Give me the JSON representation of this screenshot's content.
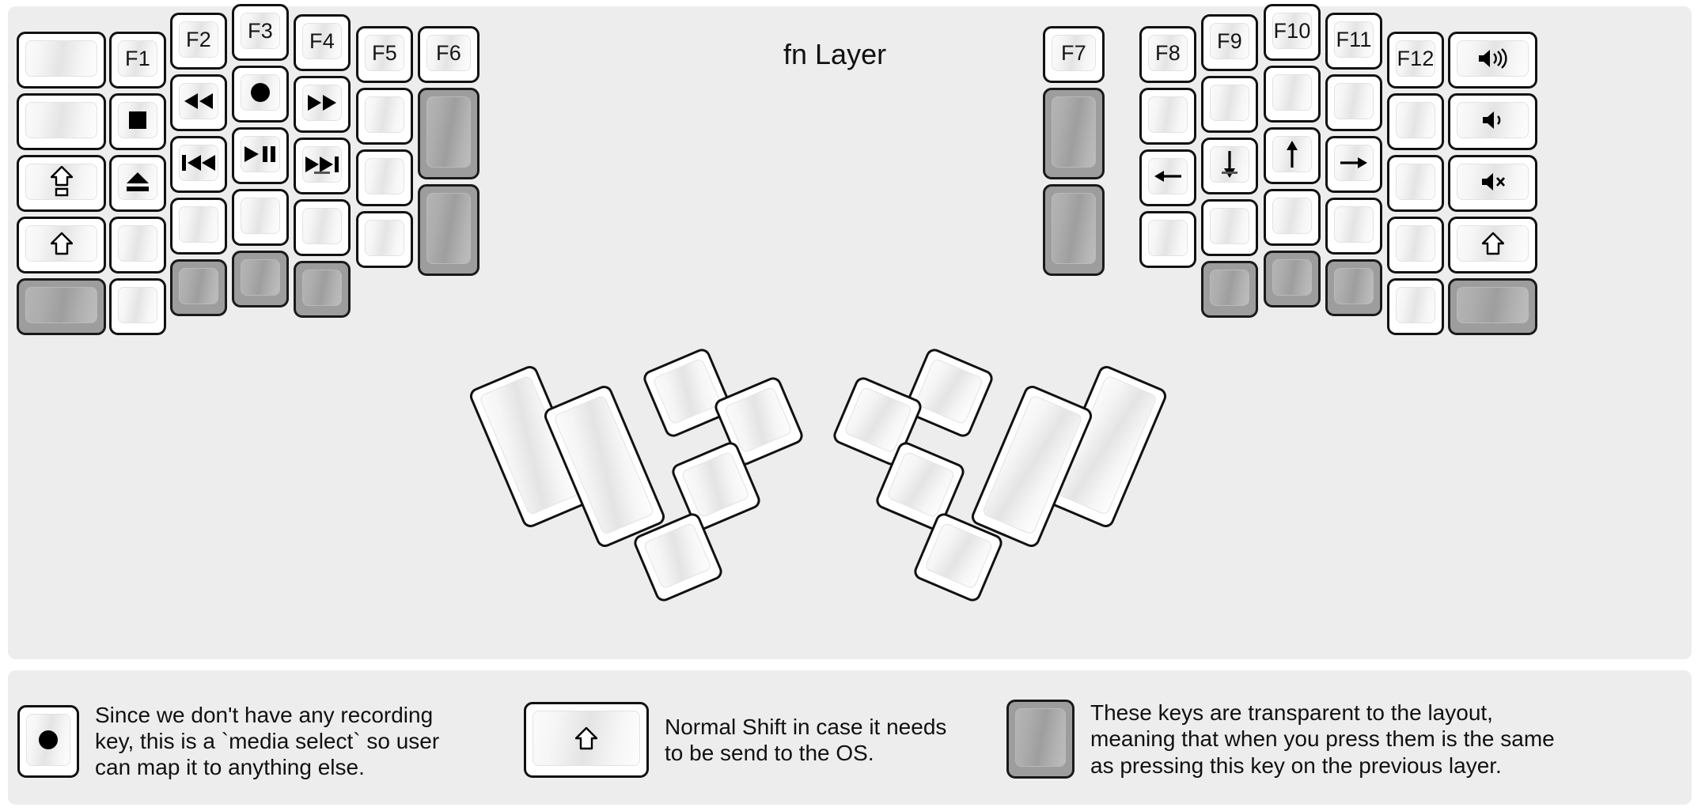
{
  "title": "fn Layer",
  "colors": {
    "background": "#ededed",
    "key_face": "#ffffff",
    "key_transparent": "#9d9d9d",
    "outline": "#111111",
    "text": "#161616"
  },
  "keyboard": {
    "left_half": {
      "columns": [
        {
          "name": "col-pinky-outer",
          "keys": [
            {
              "label": "",
              "icon": "",
              "type": "blank"
            },
            {
              "label": "",
              "icon": "",
              "type": "blank"
            },
            {
              "label": "",
              "icon": "caps-shift-icon",
              "type": "icon"
            },
            {
              "label": "",
              "icon": "shift-icon",
              "type": "icon"
            },
            {
              "label": "",
              "icon": "",
              "type": "transparent"
            }
          ]
        },
        {
          "name": "col-pinky",
          "keys": [
            {
              "label": "F1",
              "icon": "",
              "type": "text"
            },
            {
              "label": "",
              "icon": "media-stop-icon",
              "type": "icon"
            },
            {
              "label": "",
              "icon": "media-eject-icon",
              "type": "icon"
            },
            {
              "label": "",
              "icon": "",
              "type": "blank"
            },
            {
              "label": "",
              "icon": "",
              "type": "blank"
            }
          ]
        },
        {
          "name": "col-ring",
          "keys": [
            {
              "label": "F2",
              "icon": "",
              "type": "text"
            },
            {
              "label": "",
              "icon": "media-rewind-icon",
              "type": "icon"
            },
            {
              "label": "",
              "icon": "media-prev-track-icon",
              "type": "icon"
            },
            {
              "label": "",
              "icon": "",
              "type": "blank"
            },
            {
              "label": "",
              "icon": "",
              "type": "transparent"
            }
          ]
        },
        {
          "name": "col-middle",
          "keys": [
            {
              "label": "F3",
              "icon": "",
              "type": "text"
            },
            {
              "label": "",
              "icon": "media-record-icon",
              "type": "icon"
            },
            {
              "label": "",
              "icon": "media-play-pause-icon",
              "type": "icon"
            },
            {
              "label": "",
              "icon": "",
              "type": "blank"
            },
            {
              "label": "",
              "icon": "",
              "type": "transparent"
            }
          ]
        },
        {
          "name": "col-index",
          "keys": [
            {
              "label": "F4",
              "icon": "",
              "type": "text"
            },
            {
              "label": "",
              "icon": "media-fast-forward-icon",
              "type": "icon"
            },
            {
              "label": "",
              "icon": "media-next-track-icon",
              "type": "icon",
              "homing_bump": true
            },
            {
              "label": "",
              "icon": "",
              "type": "blank"
            },
            {
              "label": "",
              "icon": "",
              "type": "transparent"
            }
          ]
        },
        {
          "name": "col-index-inner",
          "keys": [
            {
              "label": "F5",
              "icon": "",
              "type": "text"
            },
            {
              "label": "",
              "icon": "",
              "type": "blank"
            },
            {
              "label": "",
              "icon": "",
              "type": "blank"
            },
            {
              "label": "",
              "icon": "",
              "type": "blank"
            }
          ]
        },
        {
          "name": "col-thumb-reach",
          "keys": [
            {
              "label": "F6",
              "icon": "",
              "type": "text"
            },
            {
              "label": "",
              "icon": "",
              "type": "transparent"
            },
            {
              "label": "",
              "icon": "",
              "type": "transparent"
            }
          ]
        }
      ],
      "thumb_cluster": [
        {
          "name": "thumb-big-1",
          "label": "",
          "type": "blank"
        },
        {
          "name": "thumb-big-2",
          "label": "",
          "type": "blank"
        },
        {
          "name": "thumb-small-1",
          "label": "",
          "type": "blank"
        },
        {
          "name": "thumb-small-2",
          "label": "",
          "type": "blank"
        },
        {
          "name": "thumb-small-3",
          "label": "",
          "type": "blank"
        },
        {
          "name": "thumb-small-4",
          "label": "",
          "type": "blank"
        }
      ]
    },
    "right_half": {
      "columns": [
        {
          "name": "col-thumb-reach",
          "keys": [
            {
              "label": "F7",
              "icon": "",
              "type": "text"
            },
            {
              "label": "",
              "icon": "",
              "type": "transparent"
            },
            {
              "label": "",
              "icon": "",
              "type": "transparent"
            }
          ]
        },
        {
          "name": "col-index-inner",
          "keys": [
            {
              "label": "F8",
              "icon": "",
              "type": "text"
            },
            {
              "label": "",
              "icon": "",
              "type": "blank"
            },
            {
              "label": "",
              "icon": "arrow-left-icon",
              "type": "icon"
            },
            {
              "label": "",
              "icon": "",
              "type": "blank"
            }
          ]
        },
        {
          "name": "col-index",
          "keys": [
            {
              "label": "F9",
              "icon": "",
              "type": "text"
            },
            {
              "label": "",
              "icon": "",
              "type": "blank"
            },
            {
              "label": "",
              "icon": "arrow-down-icon",
              "type": "icon",
              "homing_bump": true
            },
            {
              "label": "",
              "icon": "",
              "type": "blank"
            },
            {
              "label": "",
              "icon": "",
              "type": "transparent"
            }
          ]
        },
        {
          "name": "col-middle",
          "keys": [
            {
              "label": "F10",
              "icon": "",
              "type": "text"
            },
            {
              "label": "",
              "icon": "",
              "type": "blank"
            },
            {
              "label": "",
              "icon": "arrow-up-icon",
              "type": "icon"
            },
            {
              "label": "",
              "icon": "",
              "type": "blank"
            },
            {
              "label": "",
              "icon": "",
              "type": "transparent"
            }
          ]
        },
        {
          "name": "col-ring",
          "keys": [
            {
              "label": "F11",
              "icon": "",
              "type": "text"
            },
            {
              "label": "",
              "icon": "",
              "type": "blank"
            },
            {
              "label": "",
              "icon": "arrow-right-icon",
              "type": "icon"
            },
            {
              "label": "",
              "icon": "",
              "type": "blank"
            },
            {
              "label": "",
              "icon": "",
              "type": "transparent"
            }
          ]
        },
        {
          "name": "col-pinky",
          "keys": [
            {
              "label": "F12",
              "icon": "",
              "type": "text"
            },
            {
              "label": "",
              "icon": "",
              "type": "blank"
            },
            {
              "label": "",
              "icon": "",
              "type": "blank"
            },
            {
              "label": "",
              "icon": "",
              "type": "blank"
            },
            {
              "label": "",
              "icon": "",
              "type": "blank"
            }
          ]
        },
        {
          "name": "col-pinky-outer",
          "keys": [
            {
              "label": "",
              "icon": "volume-up-icon",
              "type": "icon"
            },
            {
              "label": "",
              "icon": "volume-down-icon",
              "type": "icon"
            },
            {
              "label": "",
              "icon": "volume-mute-icon",
              "type": "icon"
            },
            {
              "label": "",
              "icon": "shift-icon",
              "type": "icon"
            },
            {
              "label": "",
              "icon": "",
              "type": "transparent"
            }
          ]
        }
      ],
      "thumb_cluster": [
        {
          "name": "thumb-big-1",
          "label": "",
          "type": "blank"
        },
        {
          "name": "thumb-big-2",
          "label": "",
          "type": "blank"
        },
        {
          "name": "thumb-small-1",
          "label": "",
          "type": "blank"
        },
        {
          "name": "thumb-small-2",
          "label": "",
          "type": "blank"
        },
        {
          "name": "thumb-small-3",
          "label": "",
          "type": "blank"
        },
        {
          "name": "thumb-small-4",
          "label": "",
          "type": "blank"
        }
      ]
    }
  },
  "legend": [
    {
      "key_icon": "media-record-icon",
      "key_type": "blank",
      "text": "Since we don't have any recording\nkey, this is a `media select` so user\ncan map it to anything else."
    },
    {
      "key_icon": "shift-icon",
      "key_type": "blank",
      "text": "Normal Shift in case it needs\nto be send to the OS."
    },
    {
      "key_icon": "",
      "key_type": "transparent",
      "text": "These keys are transparent to the layout,\nmeaning that when you press them is the same\nas pressing this key on the previous layer."
    }
  ]
}
